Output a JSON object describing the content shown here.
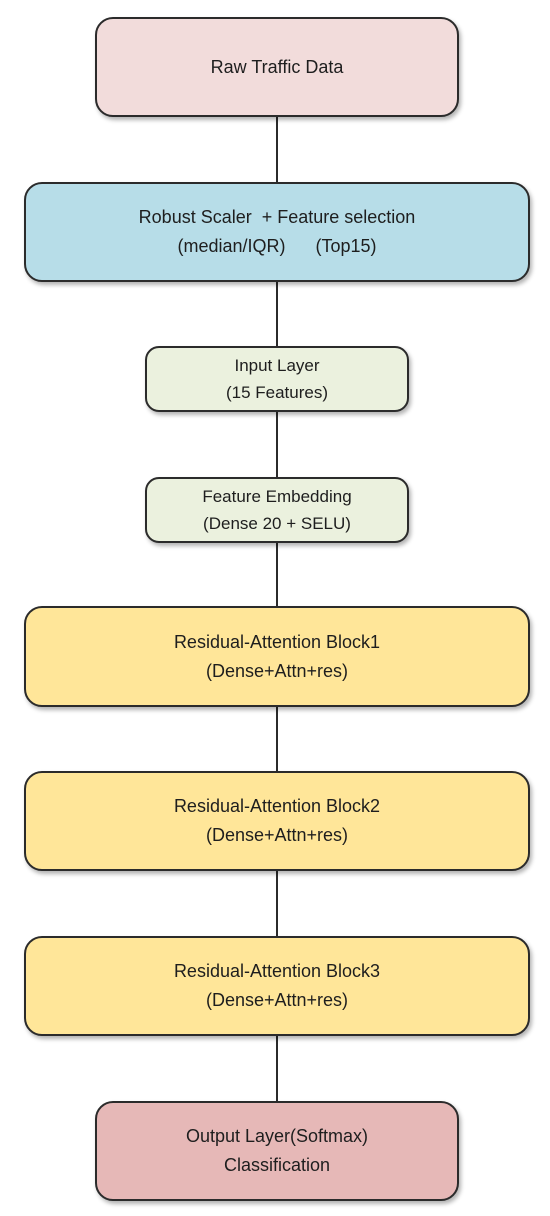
{
  "colors": {
    "raw": "#f2dcdb",
    "scaler": "#b7dde8",
    "input": "#ebf1de",
    "residual": "#ffe699",
    "output": "#e6b8b7",
    "stroke": "#2b2b2b"
  },
  "nodes": {
    "raw_data": {
      "line1": "Raw Traffic Data"
    },
    "scaler": {
      "line1": "Robust Scaler  + Feature selection",
      "line2": "(median/IQR)      (Top15)"
    },
    "input_layer": {
      "line1": "Input Layer",
      "line2": "(15 Features)"
    },
    "embedding": {
      "line1": "Feature Embedding",
      "line2": "(Dense 20 + SELU)"
    },
    "block1": {
      "line1": "Residual-Attention Block1",
      "line2": "(Dense+Attn+res)"
    },
    "block2": {
      "line1": "Residual-Attention Block2",
      "line2": "(Dense+Attn+res)"
    },
    "block3": {
      "line1": "Residual-Attention Block3",
      "line2": "(Dense+Attn+res)"
    },
    "output_layer": {
      "line1": "Output Layer(Softmax)",
      "line2": "Classification"
    }
  }
}
